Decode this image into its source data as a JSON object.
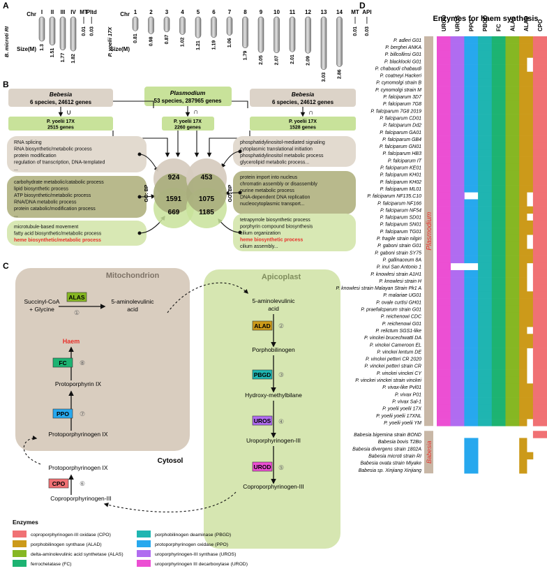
{
  "panelA": {
    "label": "A",
    "left": {
      "title": "B. microti RI",
      "chr_label": "Chr",
      "size_label": "Size(M)",
      "chromosomes": [
        {
          "name": "I",
          "size": "1.3"
        },
        {
          "name": "II",
          "size": "1.51"
        },
        {
          "name": "III",
          "size": "1.77"
        },
        {
          "name": "IV",
          "size": "1.82"
        },
        {
          "name": "MT",
          "size": "0.01"
        },
        {
          "name": "Pltd",
          "size": "0.03"
        }
      ]
    },
    "right": {
      "title": "P. yoelii 17X",
      "chr_label": "Chr",
      "size_label": "Size(M)",
      "chromosomes": [
        {
          "name": "1",
          "size": "0.81"
        },
        {
          "name": "2",
          "size": "0.98"
        },
        {
          "name": "3",
          "size": "0.87"
        },
        {
          "name": "4",
          "size": "1.02"
        },
        {
          "name": "5",
          "size": "1.21"
        },
        {
          "name": "6",
          "size": "1.19"
        },
        {
          "name": "7",
          "size": "1.06"
        },
        {
          "name": "8",
          "size": "1.79"
        },
        {
          "name": "9",
          "size": "2.05"
        },
        {
          "name": "10",
          "size": "2.07"
        },
        {
          "name": "11",
          "size": "2.01"
        },
        {
          "name": "12",
          "size": "2.09"
        },
        {
          "name": "13",
          "size": "3.03"
        },
        {
          "name": "14",
          "size": "2.86"
        },
        {
          "name": "MT",
          "size": "0.01"
        },
        {
          "name": "API",
          "size": "0.03"
        }
      ]
    }
  },
  "panelB": {
    "label": "B",
    "left_box": {
      "title": "Bebesia",
      "sub": "6 species, 24612 genes"
    },
    "mid_box": {
      "title": "Plasmodium",
      "sub": "53 species, 287965 genes"
    },
    "right_box": {
      "title": "Bebesia",
      "sub": "6 species, 24612 genes"
    },
    "op_union": "∪",
    "op_inter1": "∩",
    "op_inter2": "∩",
    "res_left": {
      "title": "P. yoelii 17X",
      "sub": "2515 genes"
    },
    "res_mid": {
      "title": "P. yoelii 17X",
      "sub": "2260 genes"
    },
    "res_right": {
      "title": "P. yoelii 17X",
      "sub": "1528 genes"
    },
    "gobp": "GO: BP",
    "venn_left": [
      "924",
      "1591",
      "669"
    ],
    "venn_right": [
      "453",
      "1075",
      "1185"
    ],
    "left_terms": [
      [
        "RNA splicing",
        "RNA biosynthetic/metabolic process",
        "protein modification",
        "regulation of transcription, DNA-templated",
        "..."
      ],
      [
        "carbohydrate metabolic/catabolic process",
        "lipid biosynthetic process",
        "ATP biosynthetic/metabolic process",
        "RNA/DNA metabolic process",
        "protein catabolic/modification process",
        "..."
      ],
      [
        "microtubule-based movement",
        "fatty acid biosynthetic/metabolic  process",
        "heme biosynthetic/metabolic  process"
      ]
    ],
    "right_terms": [
      [
        "phosphatidylinositol-mediated signaling",
        "cytoplasmic translational initiation",
        "phosphatidylinositol metabolic process",
        "glycerolipid metabolic process..."
      ],
      [
        "protein import into nucleus",
        "chromatin assembly or disassembly",
        "purine metabolic process",
        "DNA-dependent DNA replication",
        "nucleocytoplasmic transport..."
      ],
      [
        "tetrapyrrole biosynthetic process",
        "porphyrin compound biosynthesis",
        "cilium organization",
        "heme biosynthetic process",
        "cilium assembly..."
      ]
    ],
    "highlight_color": "#e8302a"
  },
  "panelC": {
    "label": "C",
    "mito": "Mitochondrion",
    "apico": "Apicoplast",
    "cytosol": "Cytosol",
    "succ1": "Succinyl-CoA",
    "succ2": "+ Glycine",
    "ala1": "5-aminolevulinic",
    "ala2": "acid",
    "ala_b1": "5-aminolevulinic",
    "ala_b2": "acid",
    "haem": "Haem",
    "protoIX": "Protoporphyrin IX",
    "protogenIX_in": "Protoporphyrinogen IX",
    "protogenIX_out": "Protoporphyrinogen IX",
    "coprogen_left": "Coproporphyrinogen-III",
    "pbg": "Porphobilinogen",
    "hmb": "Hydroxy-methylbilane",
    "urogen": "Uroporphyrinogen-III",
    "coprogen_right": "Coproporphyrinogen-III",
    "enzymes": {
      "alas": "ALAS",
      "alad": "ALAD",
      "pbgd": "PBGD",
      "uros": "UROS",
      "urod": "UROD",
      "cpo": "CPO",
      "ppo": "PPO",
      "fc": "FC"
    },
    "steps": [
      "①",
      "②",
      "③",
      "④",
      "⑤",
      "⑥",
      "⑦",
      "⑧"
    ],
    "legend_title": "Enzymes",
    "legend": [
      {
        "label": "coproporphyrinogen-III oxidase (CPO)",
        "color": "#f07174"
      },
      {
        "label": "porphobilinogen synthase (ALAD)",
        "color": "#cc9a1a"
      },
      {
        "label": "delta-aminolevulinic acid synthetase (ALAS)",
        "color": "#86b723"
      },
      {
        "label": "ferrochelatase (FC)",
        "color": "#1db372"
      },
      {
        "label": "porphobilinogen deaminase (PBGD)",
        "color": "#1fb5b1"
      },
      {
        "label": "protoporphyrinogen oxidase (PPO)",
        "color": "#27a8ee"
      },
      {
        "label": "uroporphyrinogen-III synthase (UROS)",
        "color": "#b06cf0"
      },
      {
        "label": "uroporphyrinogen III decarboxylase (UROD)",
        "color": "#ec4fd3"
      }
    ]
  },
  "panelD": {
    "label": "D",
    "title": "Enzymes for haem synthesis",
    "columns": [
      "UROD",
      "UROS",
      "PPO",
      "PBGD",
      "FC",
      "ALAS",
      "ALAD",
      "CPO"
    ],
    "colors": [
      "#ec4fd3",
      "#b06cf0",
      "#27a8ee",
      "#1fb5b1",
      "#1db372",
      "#86b723",
      "#cc9a1a",
      "#f07174"
    ],
    "group_plasmodium": "Plasmodium",
    "group_babesia": "Babesia",
    "plasmodium": [
      {
        "name": "P. adleri G01",
        "p": "11111111"
      },
      {
        "name": "P. berghei ANKA",
        "p": "11111111"
      },
      {
        "name": "P. billcollinsi G01",
        "p": "11111111"
      },
      {
        "name": "P. blacklocki G01",
        "p": "11111111"
      },
      {
        "name": "P. chabaudi chabaudi",
        "p": "11111111"
      },
      {
        "name": "P. coatneyi Hackeri",
        "p": "11111111"
      },
      {
        "name": "P. cynomolgi strain B",
        "p": "11111111"
      },
      {
        "name": "P. cynomolgi strain M",
        "p": "11111111"
      },
      {
        "name": "P. falciparum 3D7",
        "p": "11111111"
      },
      {
        "name": "P. falciparum 7G8",
        "p": "11111111"
      },
      {
        "name": "P. falciparum 7G8 2019",
        "p": "11111111"
      },
      {
        "name": "P. falciparum CD01",
        "p": "11111111"
      },
      {
        "name": "P. falciparum Dd2",
        "p": "11111111"
      },
      {
        "name": "P. falciparum GA01",
        "p": "11111111"
      },
      {
        "name": "P. falciparum GB4",
        "p": "11111111"
      },
      {
        "name": "P. falciparum GN01",
        "p": "11111111"
      },
      {
        "name": "P. falciparum HB3",
        "p": "11111111"
      },
      {
        "name": "P. falciparum IT",
        "p": "11111111"
      },
      {
        "name": "P. falciparum KE01",
        "p": "11111111"
      },
      {
        "name": "P. falciparum KH01",
        "p": "11111111"
      },
      {
        "name": "P. falciparum KH02",
        "p": "11111111"
      },
      {
        "name": "P. falciparum ML01",
        "p": "11111111"
      },
      {
        "name": "P. falciparum NF135.C10",
        "p": "11011111"
      },
      {
        "name": "P. falciparum NF166",
        "p": "11111111"
      },
      {
        "name": "P. falciparum NF54",
        "p": "11111111"
      },
      {
        "name": "P. falciparum SD01",
        "p": "11111111"
      },
      {
        "name": "P. falciparum SN01",
        "p": "11111111"
      },
      {
        "name": "P. falciparum TG01",
        "p": "11111111"
      },
      {
        "name": "P. fragile strain nilgiri",
        "p": "11111111"
      },
      {
        "name": "P. gaboni strain G01",
        "p": "11111111"
      },
      {
        "name": "P. gaboni strain SY75",
        "p": "11111111"
      },
      {
        "name": "P. gallinaceum 8A",
        "p": "11111111"
      },
      {
        "name": "P. inui San Antonio 1",
        "p": "10011111"
      },
      {
        "name": "P. knowlesi strain A1H1",
        "p": "11111111"
      },
      {
        "name": "P. knowlesi strain H",
        "p": "11111111"
      },
      {
        "name": "P. knowlesi strain Malayan Strain Pk1 A",
        "p": "11111111"
      },
      {
        "name": "P. malariae UG01",
        "p": "11111111"
      },
      {
        "name": "P. ovale curtisi GH01",
        "p": "11111111"
      },
      {
        "name": "P. praefalcparum strain G01",
        "p": "11111111"
      },
      {
        "name": "P. reichenowi CDC",
        "p": "11111111"
      },
      {
        "name": "P. reichenowi G01",
        "p": "11111111"
      },
      {
        "name": "P. relictum SGS1-like",
        "p": "11111111"
      },
      {
        "name": "P. vinckei brucechwatti DA",
        "p": "11111111"
      },
      {
        "name": "P. vinckei Cameroon EL",
        "p": "11111111"
      },
      {
        "name": "P. vinckei lentum DE",
        "p": "11111111"
      },
      {
        "name": "P. vinckei petteri CR 2020",
        "p": "11111111"
      },
      {
        "name": "P. vinckei petteri strain CR",
        "p": "11111111"
      },
      {
        "name": "P. vinckei vinckei CY",
        "p": "11111111"
      },
      {
        "name": "P. vinckei vinckei strain vinckei",
        "p": "11111111"
      },
      {
        "name": "P. vivax-like Pvl01",
        "p": "11111111"
      },
      {
        "name": "P. vivax P01",
        "p": "11111111"
      },
      {
        "name": "P. vivax Sal-1",
        "p": "11111111"
      },
      {
        "name": "P. yoelii yoelii 17X",
        "p": "11111111"
      },
      {
        "name": "P. yoelii yoelii 17XNL",
        "p": "11111111"
      },
      {
        "name": "P. yoelii yoelii YM",
        "p": "11111111"
      }
    ],
    "plasmodium_alad_width": [
      1,
      1,
      1,
      0.55,
      0.55,
      1,
      1,
      1,
      1,
      1,
      1,
      1,
      1,
      1,
      1,
      1,
      1,
      1,
      1,
      1,
      1,
      1,
      0.55,
      0.55,
      1,
      0.55,
      1,
      1,
      0.55,
      0.55,
      1,
      1,
      0.55,
      0.55,
      0.55,
      0.55,
      1,
      1,
      1,
      1,
      1,
      0.55,
      1,
      1,
      0.55,
      0.55,
      0.55,
      0.55,
      0.55,
      1,
      1,
      1,
      1,
      1,
      0.55
    ],
    "babesia": [
      {
        "name": "Babesia bigemina strain BOND",
        "p": "00000001"
      },
      {
        "name": "Babesia bovis T2Bo",
        "p": "00100010"
      },
      {
        "name": "Babesia divergens strain 1802A",
        "p": "00100010"
      },
      {
        "name": "Babesia microti strain RI",
        "p": "00100010"
      },
      {
        "name": "Babesia ovata strain Miyake",
        "p": "00100010"
      },
      {
        "name": "Babesia sp. Xinjiang Xinjiang",
        "p": "00100010"
      }
    ],
    "babesia_alad_width": [
      0,
      0.55,
      0.55,
      1,
      0.55,
      0.55
    ]
  }
}
